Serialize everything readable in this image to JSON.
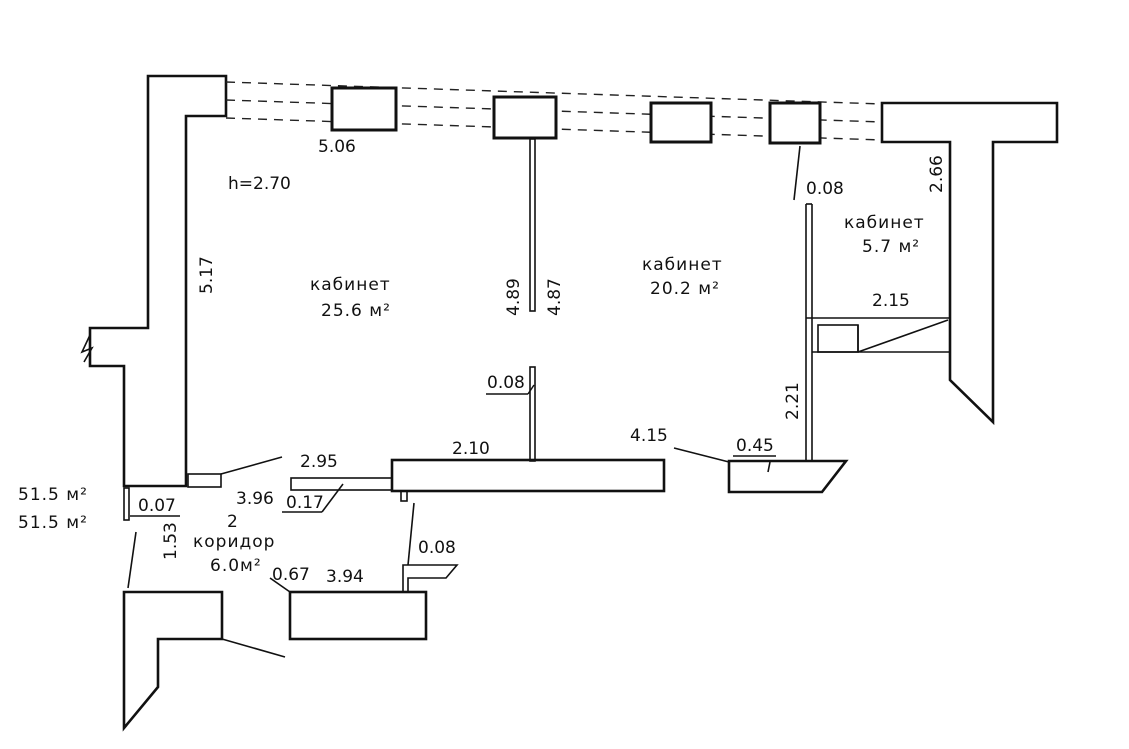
{
  "plan": {
    "height_label": "h=2.70",
    "rooms": [
      {
        "name": "кабинет",
        "area": "25.6 м²"
      },
      {
        "name": "кабинет",
        "area": "20.2 м²"
      },
      {
        "name": "кабинет",
        "area": "5.7 м²"
      },
      {
        "name": "коридор",
        "area": "6.0м²",
        "number": "2"
      }
    ],
    "totals": [
      "51.5  м²",
      "51.5  м²"
    ],
    "dimensions": {
      "d_5_06": "5.06",
      "d_5_17": "5.17",
      "d_4_89": "4.89",
      "d_4_87": "4.87",
      "d_0_08_top": "0.08",
      "d_2_66": "2.66",
      "d_2_15": "2.15",
      "d_0_08_mid": "0.08",
      "d_2_21": "2.21",
      "d_4_15": "4.15",
      "d_0_45": "0.45",
      "d_2_10": "2.10",
      "d_2_95": "2.95",
      "d_3_96": "3.96",
      "d_0_17": "0.17",
      "d_0_07": "0.07",
      "d_1_53": "1.53",
      "d_0_08_low": "0.08",
      "d_0_67": "0.67",
      "d_3_94": "3.94"
    }
  }
}
